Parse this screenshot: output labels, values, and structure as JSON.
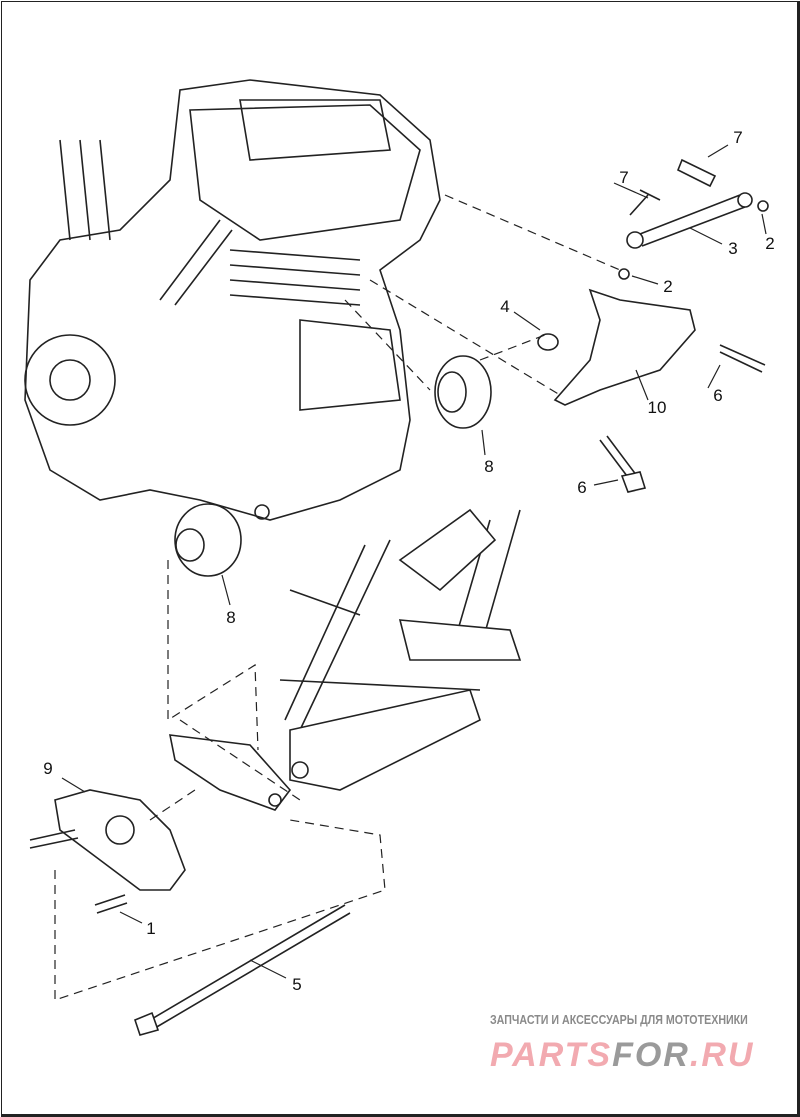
{
  "callouts": [
    {
      "id": "7a",
      "label": "7"
    },
    {
      "id": "7b",
      "label": "7"
    },
    {
      "id": "3",
      "label": "3"
    },
    {
      "id": "2a",
      "label": "2"
    },
    {
      "id": "2b",
      "label": "2"
    },
    {
      "id": "4",
      "label": "4"
    },
    {
      "id": "10",
      "label": "10"
    },
    {
      "id": "6a",
      "label": "6"
    },
    {
      "id": "8a",
      "label": "8"
    },
    {
      "id": "6b",
      "label": "6"
    },
    {
      "id": "8b",
      "label": "8"
    },
    {
      "id": "9",
      "label": "9"
    },
    {
      "id": "1",
      "label": "1"
    },
    {
      "id": "5",
      "label": "5"
    }
  ],
  "watermark": {
    "subtitle": "ЗАПЧАСТИ И АКСЕССУАРЫ ДЛЯ МОТОТЕХНИКИ",
    "logo_part1": "PARTS",
    "logo_part2": "FOR",
    "logo_part3": ".RU"
  },
  "colors": {
    "line": "#222222",
    "watermark_pink": "#f2aab0",
    "watermark_gray": "#9a9a9a"
  }
}
